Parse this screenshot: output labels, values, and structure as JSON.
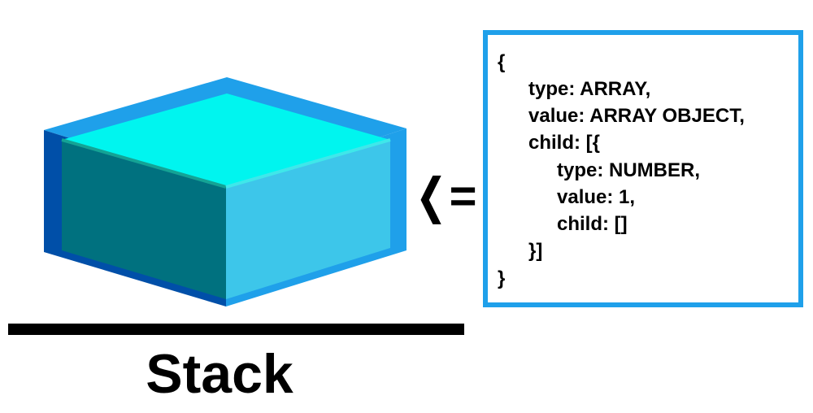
{
  "diagram": {
    "stack_label": "Stack",
    "arrow_label": "❬=",
    "code_lines": [
      "{",
      "type: ARRAY,",
      "value: ARRAY OBJECT,",
      "child: [{",
      "type: NUMBER,",
      "value: 1,",
      "child: []",
      "}]",
      "}"
    ],
    "colors": {
      "cube_top": "#00f5ef",
      "cube_front": "#00717f",
      "cube_side": "#3dc6ea",
      "cube_outer_blue": "#1fa0ea",
      "cube_edge_dark": "#004fa8",
      "code_border": "#1fa0ea"
    }
  }
}
